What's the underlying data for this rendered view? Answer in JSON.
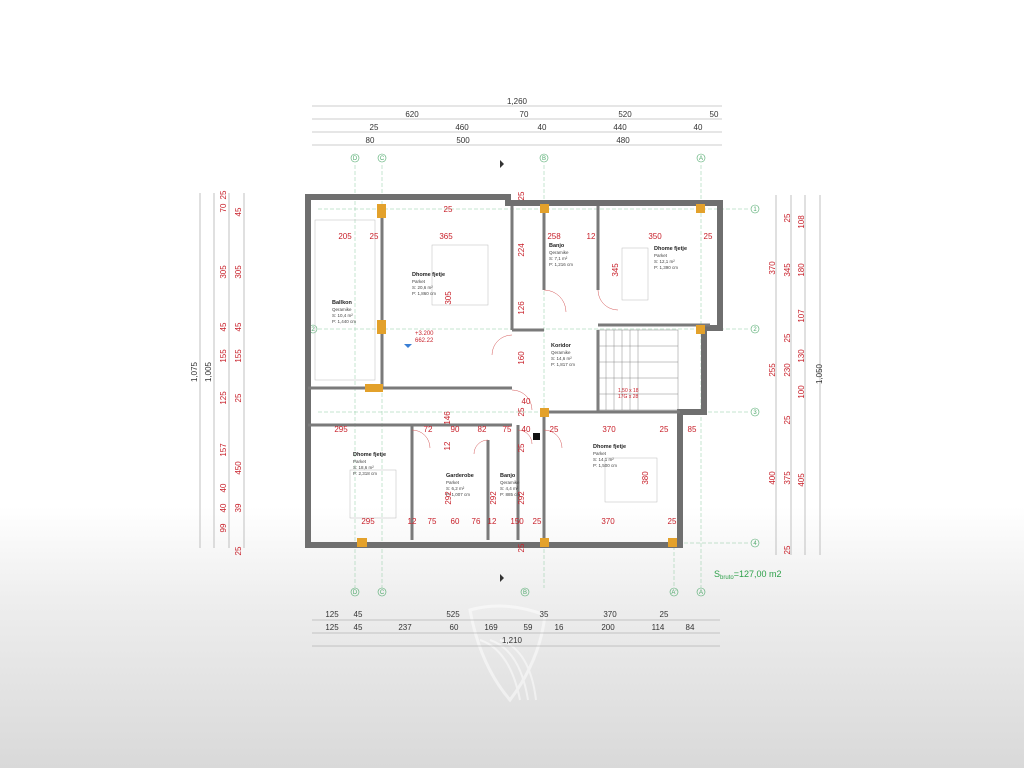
{
  "top_dims": {
    "row1": [
      "1,260"
    ],
    "row2": [
      "620",
      "70",
      "520",
      "50"
    ],
    "row3": [
      "25",
      "460",
      "40",
      "440",
      "40"
    ],
    "row4": [
      "80",
      "500",
      "480"
    ]
  },
  "bottom_dims": {
    "row1": [
      "125",
      "45",
      "525",
      "35",
      "370",
      "25"
    ],
    "row2": [
      "125",
      "45",
      "237",
      "60",
      "169",
      "59",
      "16",
      "200",
      "114",
      "84"
    ],
    "row3": [
      "1,210"
    ]
  },
  "left_dims": {
    "outer": [
      "1,075"
    ],
    "mid": [
      "1,005"
    ],
    "col_a": [
      "70",
      "305",
      "45",
      "155",
      "125",
      "157",
      "450",
      "40",
      "99"
    ],
    "col_b": [
      "25",
      "45",
      "305",
      "45",
      "155",
      "25",
      "40",
      "39",
      "25"
    ]
  },
  "right_dims": {
    "col_a": [
      "370",
      "255",
      "400"
    ],
    "col_b": [
      "25",
      "345",
      "25",
      "230",
      "25",
      "375",
      "25"
    ],
    "col_c": [
      "108",
      "180",
      "107",
      "130",
      "100",
      "405"
    ],
    "outer": [
      "1,050"
    ]
  },
  "axes": {
    "top": [
      "D",
      "C",
      "B",
      "A"
    ],
    "bottom": [
      "D",
      "C",
      "B",
      "A'",
      "A"
    ],
    "right": [
      "1",
      "2",
      "3",
      "4"
    ],
    "left": [
      "2"
    ]
  },
  "rooms": [
    {
      "name": "Ballkon",
      "finish": "Qeramike",
      "s": "S:   10,4 m²",
      "p": "P:   1,440 cm"
    },
    {
      "name": "Dhome fjetje",
      "finish": "Parket",
      "s": "S:   20,6 m²",
      "p": "P:   1,860 cm"
    },
    {
      "name": "Banjo",
      "finish": "Qeramike",
      "s": "S:   7,1 m²",
      "p": "P:   1,216 cm"
    },
    {
      "name": "Dhome fjetje",
      "finish": "Parket",
      "s": "S:   12,1 m²",
      "p": "P:   1,390 cm"
    },
    {
      "name": "Koridor",
      "finish": "Qeramike",
      "s": "S:   14,6 m²",
      "p": "P:   1,817 cm"
    },
    {
      "name": "Dhome fjetje",
      "finish": "Parket",
      "s": "S:   18,6 m²",
      "p": "P:   2,318 cm"
    },
    {
      "name": "Garderobe",
      "finish": "Parket",
      "s": "S:   6,2 m²",
      "p": "P:   1,007 cm"
    },
    {
      "name": "Banjo",
      "finish": "Qeramike",
      "s": "S:   4,4 m²",
      "p": "P:   885 cm"
    },
    {
      "name": "Dhome fjetje",
      "finish": "Parket",
      "s": "S:   14,1 m²",
      "p": "P:   1,500 cm"
    }
  ],
  "interior_dims": {
    "upper": [
      "205",
      "25",
      "365",
      "25",
      "258",
      "12",
      "350",
      "25",
      "25",
      "224",
      "126",
      "160",
      "345",
      "146",
      "12",
      "40",
      "25",
      "25",
      "370",
      "85",
      "25",
      "380"
    ],
    "mid_row": [
      "295",
      "72",
      "90",
      "82",
      "75",
      "40"
    ],
    "lower_row": [
      "295",
      "12",
      "75",
      "60",
      "76",
      "12",
      "150",
      "25",
      "370",
      "25"
    ],
    "vertical": [
      "292",
      "292",
      "292",
      "305",
      "25",
      "25"
    ]
  },
  "level": {
    "mark": "+3.200",
    "value": "662.22"
  },
  "stair": {
    "line1": "1,50 x 18",
    "line2": "17G x 28"
  },
  "total_area": "S",
  "total_area_sub": "bruto",
  "total_area_value": "=127,00 m2"
}
